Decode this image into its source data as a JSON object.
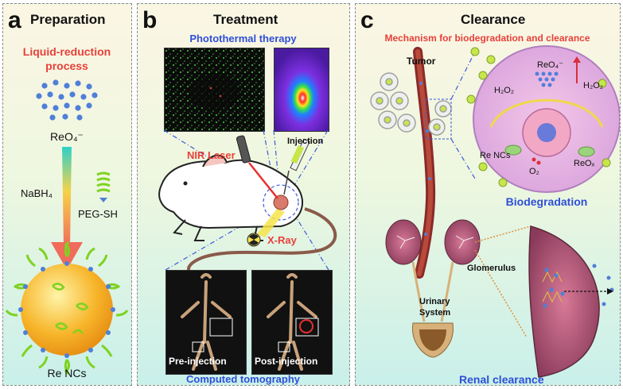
{
  "colors": {
    "red": "#e8403a",
    "blue": "#2f4fd8",
    "dark": "#111111"
  },
  "panel_a": {
    "letter": "a",
    "title": "Preparation",
    "subtitle_line1": "Liquid-reduction",
    "subtitle_line2": "process",
    "precursor": "ReO₄⁻",
    "reductant": "NaBH₄",
    "ligand": "PEG-SH",
    "product": "Re NCs"
  },
  "panel_b": {
    "letter": "b",
    "title": "Treatment",
    "therapy": "Photothermal therapy",
    "laser": "NIR Laser",
    "injection": "Injection",
    "xray": "X-Ray",
    "ct_pre": "Pre-injection",
    "ct_post": "Post-injection",
    "ct_title": "Computed tomography"
  },
  "panel_c": {
    "letter": "c",
    "title": "Clearance",
    "mechanism": "Mechanism for biodegradation and clearance",
    "tumor": "Tumor",
    "reo4": "ReO₄⁻",
    "h2o2_left": "H₂O₂",
    "h2o2_right": "H₂O₂",
    "re_ncs": "Re NCs",
    "o2": "O₂",
    "reox": "ReOₓ",
    "biodegradation": "Biodegradation",
    "glomerulus": "Glomerulus",
    "urinary_line1": "Urinary",
    "urinary_line2": "System",
    "renal": "Renal clearance"
  }
}
